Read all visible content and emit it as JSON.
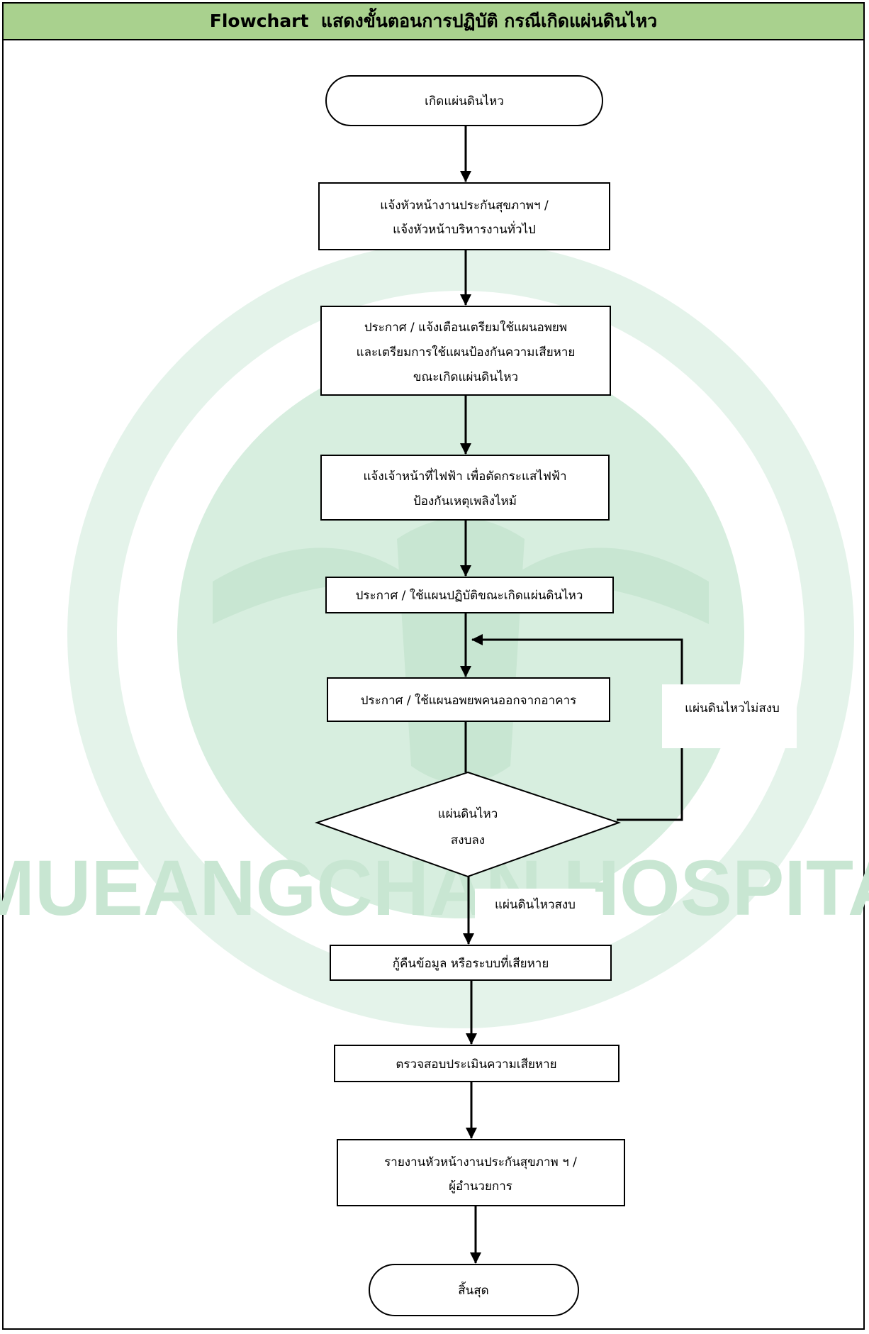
{
  "header": {
    "title": "Flowchart  แสดงขั้นตอนการปฏิบัติ กรณีเกิดแผ่นดินไหว"
  },
  "watermark": {
    "text": "MUEANGCHAN HOSPITAL",
    "color": "#d7eedf"
  },
  "colors": {
    "header_bg": "#a9d18e",
    "stroke": "#000000",
    "node_fill": "#ffffff"
  },
  "nodes": {
    "start": "เกิดแผ่นดินไหว",
    "step1": [
      "แจ้งหัวหน้างานประกันสุขภาพฯ /",
      "แจ้งหัวหน้าบริหารงานทั่วไป"
    ],
    "step2": [
      "ประกาศ / แจ้งเตือนเตรียมใช้แผนอพยพ",
      "และเตรียมการใช้แผนป้องกันความเสียหาย",
      "ขณะเกิดแผ่นดินไหว"
    ],
    "step3": [
      "แจ้งเจ้าหน้าที่ไฟฟ้า เพื่อตัดกระแสไฟฟ้า",
      "ป้องกันเหตุเพลิงไหม้"
    ],
    "step4": "ประกาศ / ใช้แผนปฏิบัติขณะเกิดแผ่นดินไหว",
    "step5": "ประกาศ / ใช้แผนอพยพคนออกจากอาคาร",
    "decision": [
      "แผ่นดินไหว",
      "สงบลง"
    ],
    "step6": "กู้คืนข้อมูล หรือระบบที่เสียหาย",
    "step7": "ตรวจสอบประเมินความเสียหาย",
    "step8": [
      "รายงานหัวหน้างานประกันสุขภาพ ฯ /",
      "ผู้อำนวยการ"
    ],
    "end": "สิ้นสุด"
  },
  "edge_labels": {
    "not_calm": "แผ่นดินไหวไม่สงบ",
    "calm": "แผ่นดินไหวสงบ"
  }
}
